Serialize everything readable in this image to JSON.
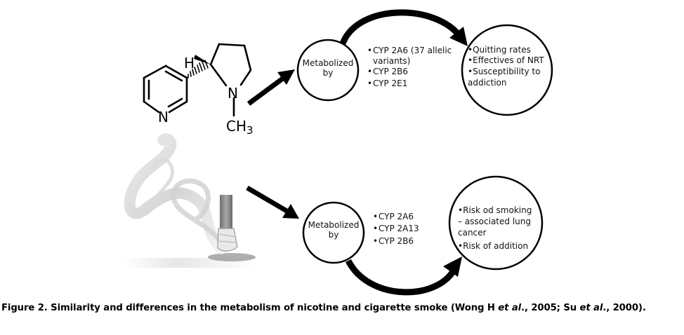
{
  "molecule": {
    "atom_H": "H",
    "atom_N_ring": "N",
    "atom_N_pyrrolidine": "N",
    "methyl": "CH",
    "methyl_subscript": "3"
  },
  "top_flow": {
    "circle_label": [
      "Metabolized",
      "by"
    ],
    "enzymes": [
      "CYP 2A6 (37 allelic",
      "variants)",
      "CYP 2B6",
      "CYP 2E1"
    ],
    "enzyme_bullets": [
      "•",
      "",
      "•",
      "•"
    ],
    "outcomes": [
      "•Quitting rates",
      "•Effectives of NRT",
      "•Susceptibility to",
      "addiction"
    ]
  },
  "bottom_flow": {
    "circle_label": [
      "Metabolized",
      "by"
    ],
    "enzymes": [
      "CYP 2A6",
      "CYP 2A13",
      "CYP 2B6"
    ],
    "enzyme_bullets": [
      "•",
      "•",
      "•"
    ],
    "outcomes": [
      "•Risk  od smoking",
      "– associated lung",
      "cancer",
      "•Risk of addition"
    ]
  },
  "caption": {
    "lead": "Figure 2. Similarity and differences in the metabolism of nicotine and cigarette smoke (Wong H ",
    "etal_1": "et al",
    "mid": "., 2005; Su ",
    "etal_2": "et al",
    "tail": "., 2000)."
  },
  "colors": {
    "stroke": "#000000",
    "smoke": "#bdbdbd",
    "filter": "#8c8c8c",
    "ash": "#7a7a7a"
  },
  "icons": [
    "nicotine-structure",
    "cigarette-smoke-image",
    "arrow-right-icon",
    "curved-arrow-icon"
  ]
}
